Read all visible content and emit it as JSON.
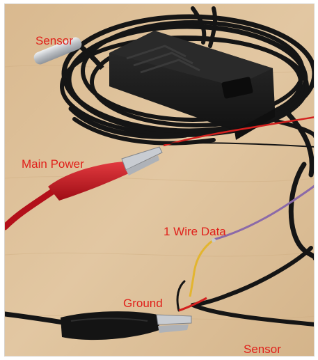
{
  "labels": {
    "sensor_top": "Sensor",
    "main_power": "Main Power",
    "wire_data": "1 Wire Data",
    "ground": "Ground",
    "sensor_bottom": "Sensor"
  },
  "label_color": "#e0201a",
  "scene": {
    "surface_color": "#dcbf98",
    "cable_color": "#151515",
    "module_color": "#1c1c1c",
    "probe_color": "#c8cbcf",
    "power_clip_color": "#c2121b",
    "ground_clip_color": "#141414",
    "data_wire_color": "#e3b52f",
    "purple_wire_color": "#8b6aa8",
    "red_wire_color": "#d3201e"
  }
}
